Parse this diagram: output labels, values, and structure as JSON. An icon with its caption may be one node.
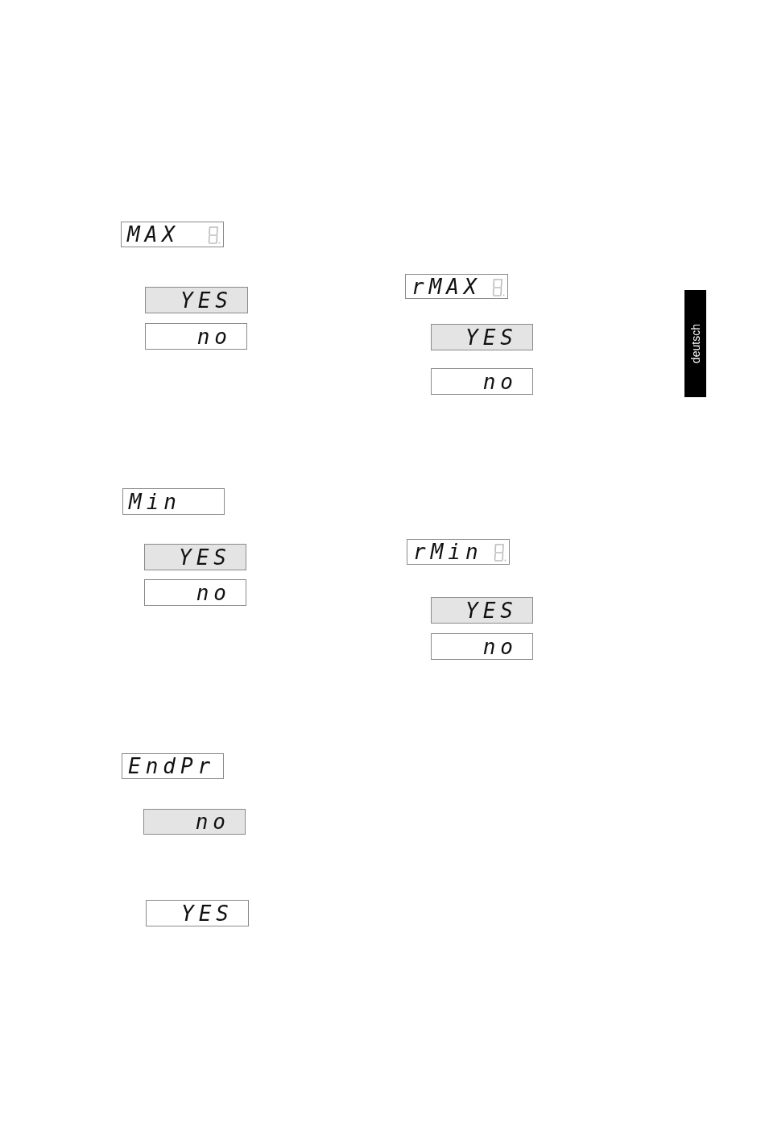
{
  "diagram": {
    "nodes": [
      {
        "text": [
          "MAX"
        ]
      },
      {
        "text": [
          "YES"
        ]
      },
      {
        "text": [
          "no"
        ]
      },
      {
        "text": [
          "rMAX"
        ]
      },
      {
        "text": [
          "YES"
        ]
      },
      {
        "text": [
          "no"
        ]
      },
      {
        "text": [
          "Min"
        ]
      },
      {
        "text": [
          "YES"
        ]
      },
      {
        "text": [
          "no"
        ]
      },
      {
        "text": [
          "rMin"
        ]
      },
      {
        "text": [
          "YES"
        ]
      },
      {
        "text": [
          "no"
        ]
      },
      {
        "text": [
          "EndPr"
        ]
      },
      {
        "text": [
          "no"
        ]
      },
      {
        "text": [
          "YES"
        ]
      },
      {
        "text": [
          "deutsch"
        ]
      }
    ]
  }
}
